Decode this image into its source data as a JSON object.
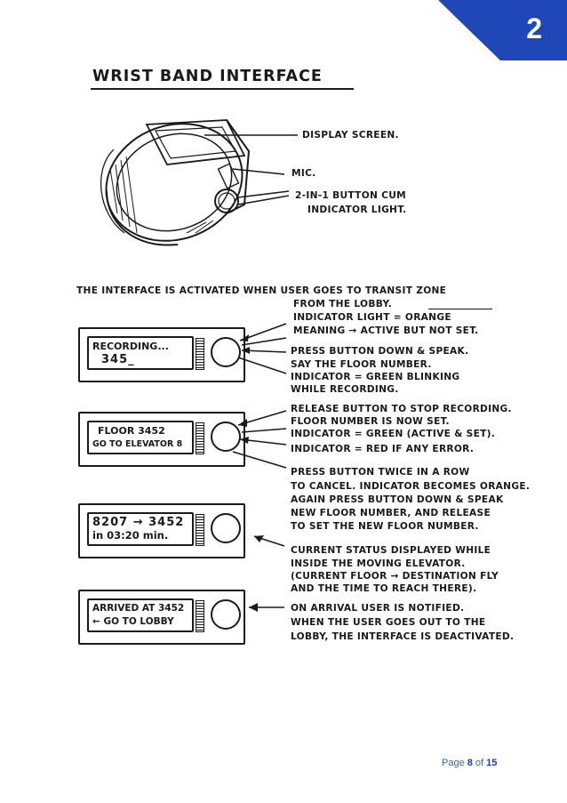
{
  "corner": {
    "number": "2",
    "color": "#1f47b8"
  },
  "title": "WRIST BAND   INTERFACE",
  "band_labels": {
    "display": "DISPLAY SCREEN.",
    "mic": "MIC.",
    "button_line1": "2-in-1 BUTTON CUM",
    "button_line2": "INDICATOR LIGHT."
  },
  "intro": {
    "line1": "THE INTERFACE IS ACTIVATED WHEN USER GOES TO TRANSIT ZONE",
    "line2": "FROM THE LOBBY.",
    "line3": "INDICATOR LIGHT = ORANGE",
    "line4": "MEANING → ACTIVE BUT NOT SET."
  },
  "devices": [
    {
      "screen_line1": "RECORDING...",
      "screen_line2": "345_"
    },
    {
      "screen_line1": "FLOOR 3452",
      "screen_line2": "GO TO ELEVATOR 8"
    },
    {
      "screen_line1": "8207 → 3452",
      "screen_line2": "in 03:20 min."
    },
    {
      "screen_line1": "ARRIVED AT 3452",
      "screen_line2": "← GO TO LOBBY"
    }
  ],
  "notes": {
    "rec1": "PRESS BUTTON DOWN & SPEAK.",
    "rec2": "SAY THE FLOOR NUMBER.",
    "rec3": "INDICATOR = GREEN BLINKING",
    "rec4": "WHILE RECORDING.",
    "set1": "RELEASE BUTTON TO STOP RECORDING.",
    "set2": "FLOOR NUMBER IS NOW SET.",
    "set3": "INDICATOR = GREEN (ACTIVE & SET).",
    "set4": "INDICATOR = RED IF ANY ERROR.",
    "cancel1": "PRESS BUTTON TWICE IN A ROW",
    "cancel2": "TO CANCEL. INDICATOR BECOMES ORANGE.",
    "cancel3": "AGAIN PRESS BUTTON DOWN & SPEAK",
    "cancel4": "NEW FLOOR NUMBER, AND RELEASE",
    "cancel5": "TO SET THE NEW FLOOR NUMBER.",
    "status1": "CURRENT STATUS DISPLAYED WHILE",
    "status2": "INSIDE THE MOVING ELEVATOR.",
    "status3": "(CURRENT FLOOR → DESTINATION FLY",
    "status4": "AND THE TIME TO REACH THERE).",
    "arrive1": "ON ARRIVAL USER IS NOTIFIED.",
    "arrive2": "WHEN THE USER GOES OUT TO THE",
    "arrive3": "LOBBY, THE INTERFACE IS DEACTIVATED."
  },
  "footer": {
    "prefix": "Page ",
    "current": "8",
    "sep": " of ",
    "total": "15"
  }
}
